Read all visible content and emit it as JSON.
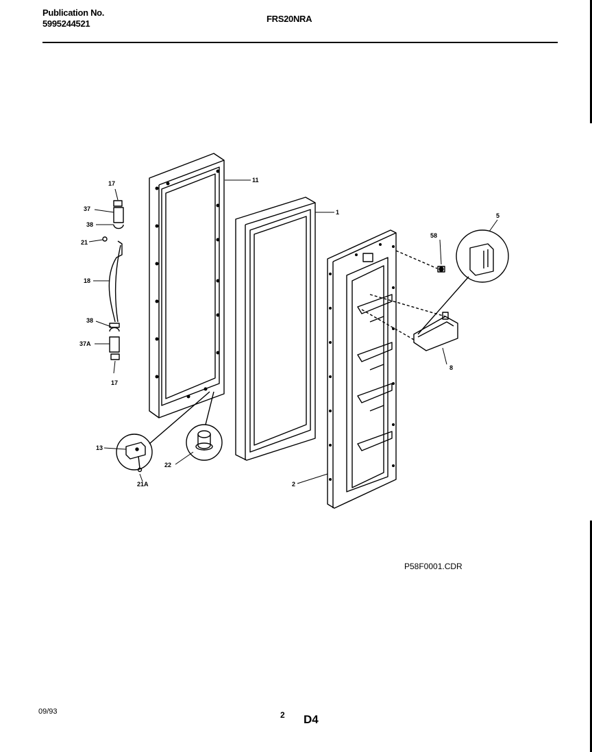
{
  "header": {
    "publication_label": "Publication No.",
    "publication_number": "5995244521",
    "model": "FRS20NRA"
  },
  "diagram": {
    "callouts": [
      "17",
      "37",
      "38",
      "21",
      "18",
      "38",
      "37A",
      "17",
      "11",
      "1",
      "58",
      "5",
      "8",
      "13",
      "21A",
      "22",
      "2"
    ],
    "drawing_code": "P58F0001.CDR"
  },
  "footer": {
    "date": "09/93",
    "page": "2",
    "section": "D4"
  }
}
